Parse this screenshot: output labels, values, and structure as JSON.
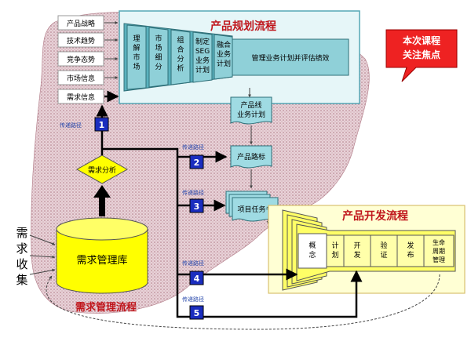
{
  "titles": {
    "planning": "产品规划流程",
    "development": "产品开发流程",
    "requirements": "需求管理流程",
    "focus_callout": [
      "本次课程",
      "关注焦点"
    ]
  },
  "inputs": [
    "产品战略",
    "技术趋势",
    "竞争态势",
    "市场信息",
    "需求信息"
  ],
  "planning_steps": [
    [
      "理",
      "解",
      "市",
      "场"
    ],
    [
      "市",
      "场",
      "细",
      "分"
    ],
    [
      "组",
      "合",
      "分",
      "析"
    ],
    [
      "制定",
      "SEG",
      "业务",
      "计划"
    ],
    [
      "融合",
      "业务",
      "计划"
    ]
  ],
  "planning_final": "管理业务计划并评估绩效",
  "documents": {
    "product_line_plan": [
      "产品线",
      "业务计划"
    ],
    "roadmap": "产品路标",
    "project_charter": "项目任务书"
  },
  "dev_steps": [
    [
      "概",
      "念"
    ],
    [
      "计",
      "划"
    ],
    [
      "开",
      "发"
    ],
    [
      "验",
      "证"
    ],
    [
      "发",
      "布"
    ],
    [
      "生命",
      "周期",
      "管理"
    ]
  ],
  "repository": "需求管理库",
  "analysis": "需求分析",
  "collection": [
    "需",
    "求",
    "收",
    "集"
  ],
  "path_label": "传递路径",
  "paths": [
    "1",
    "2",
    "3",
    "4",
    "5"
  ]
}
